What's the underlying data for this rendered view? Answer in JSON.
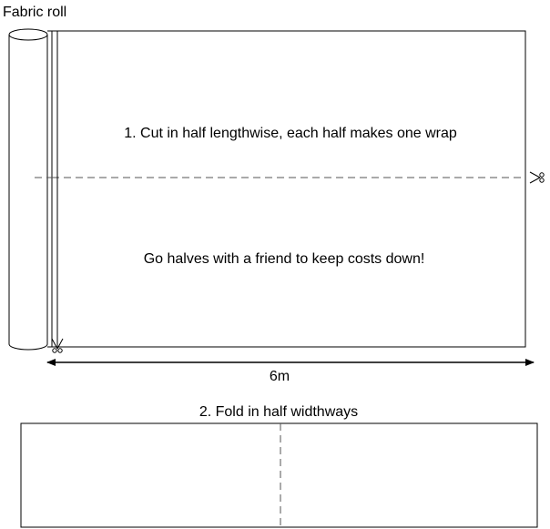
{
  "roll_label": "Fabric roll",
  "step1": "1. Cut in half lengthwise, each half makes one wrap",
  "tip": "Go halves with a friend to keep costs down!",
  "length_label": "6m",
  "step2": "2. Fold in half widthways",
  "icons": {
    "cut_mark": "scissors-icon"
  },
  "colors": {
    "stroke": "#000000",
    "dash": "#555555",
    "background": "#ffffff"
  }
}
